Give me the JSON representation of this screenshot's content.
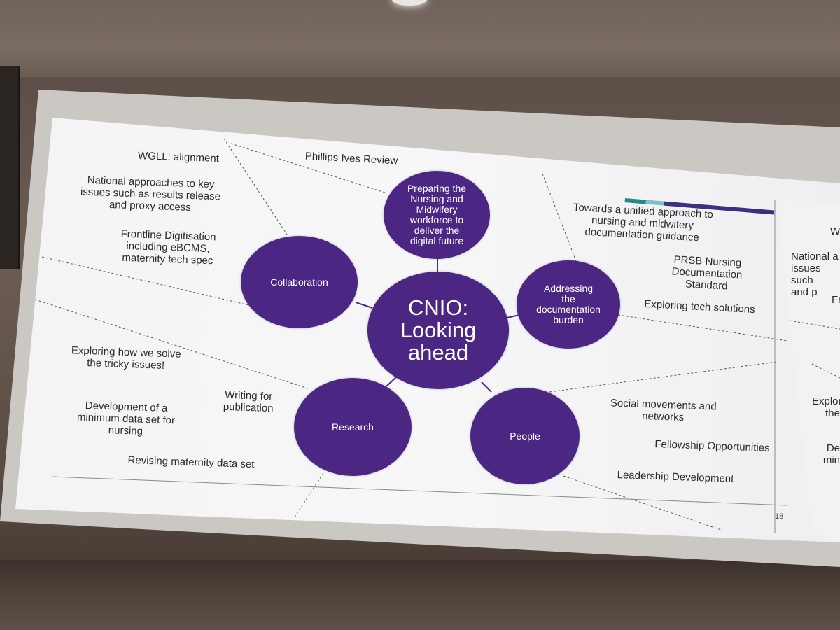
{
  "slide": {
    "page_number": "18",
    "center": "CNIO:\nLooking\nahead",
    "nodes": {
      "workforce": "Preparing the\nNursing and\nMidwifery\nworkforce to\ndeliver the\ndigital future",
      "collaboration": "Collaboration",
      "documentation": "Addressing\nthe\ndocumentation\nburden",
      "research": "Research",
      "people": "People"
    },
    "left_text": {
      "wgll": "WGLL: alignment",
      "national": "National approaches to key\nissues such as results release\nand proxy access",
      "frontline": "Frontline Digitisation\nincluding eBCMS,\nmaternity tech spec",
      "exploring": "Exploring how we solve\nthe tricky issues!",
      "writing": "Writing for\npublication",
      "minimum": "Development of a\nminimum data set for\nnursing",
      "revising": "Revising maternity data set"
    },
    "top_text": {
      "phillips": "Phillips Ives Review"
    },
    "right_text": {
      "unified": "Towards a unified approach to\nnursing and midwifery\ndocumentation guidance",
      "prsb": "PRSB Nursing\nDocumentation\nStandard",
      "tech": "Exploring tech solutions",
      "social": "Social movements and\nnetworks",
      "fellowship": "Fellowship Opportunities",
      "leadership": "Leadership Development"
    }
  },
  "next_slide_fragments": {
    "f1": "W",
    "f2": "National a\nissues such\nand p",
    "f3": "Fr",
    "f4": "Explor\nthe",
    "f5": "De\nmin"
  },
  "colors": {
    "circle_purple": "#4b2682",
    "slide_background": "#f4f4f5",
    "accent_teal": "#1e8a8a",
    "accent_navy": "#3c3080"
  }
}
